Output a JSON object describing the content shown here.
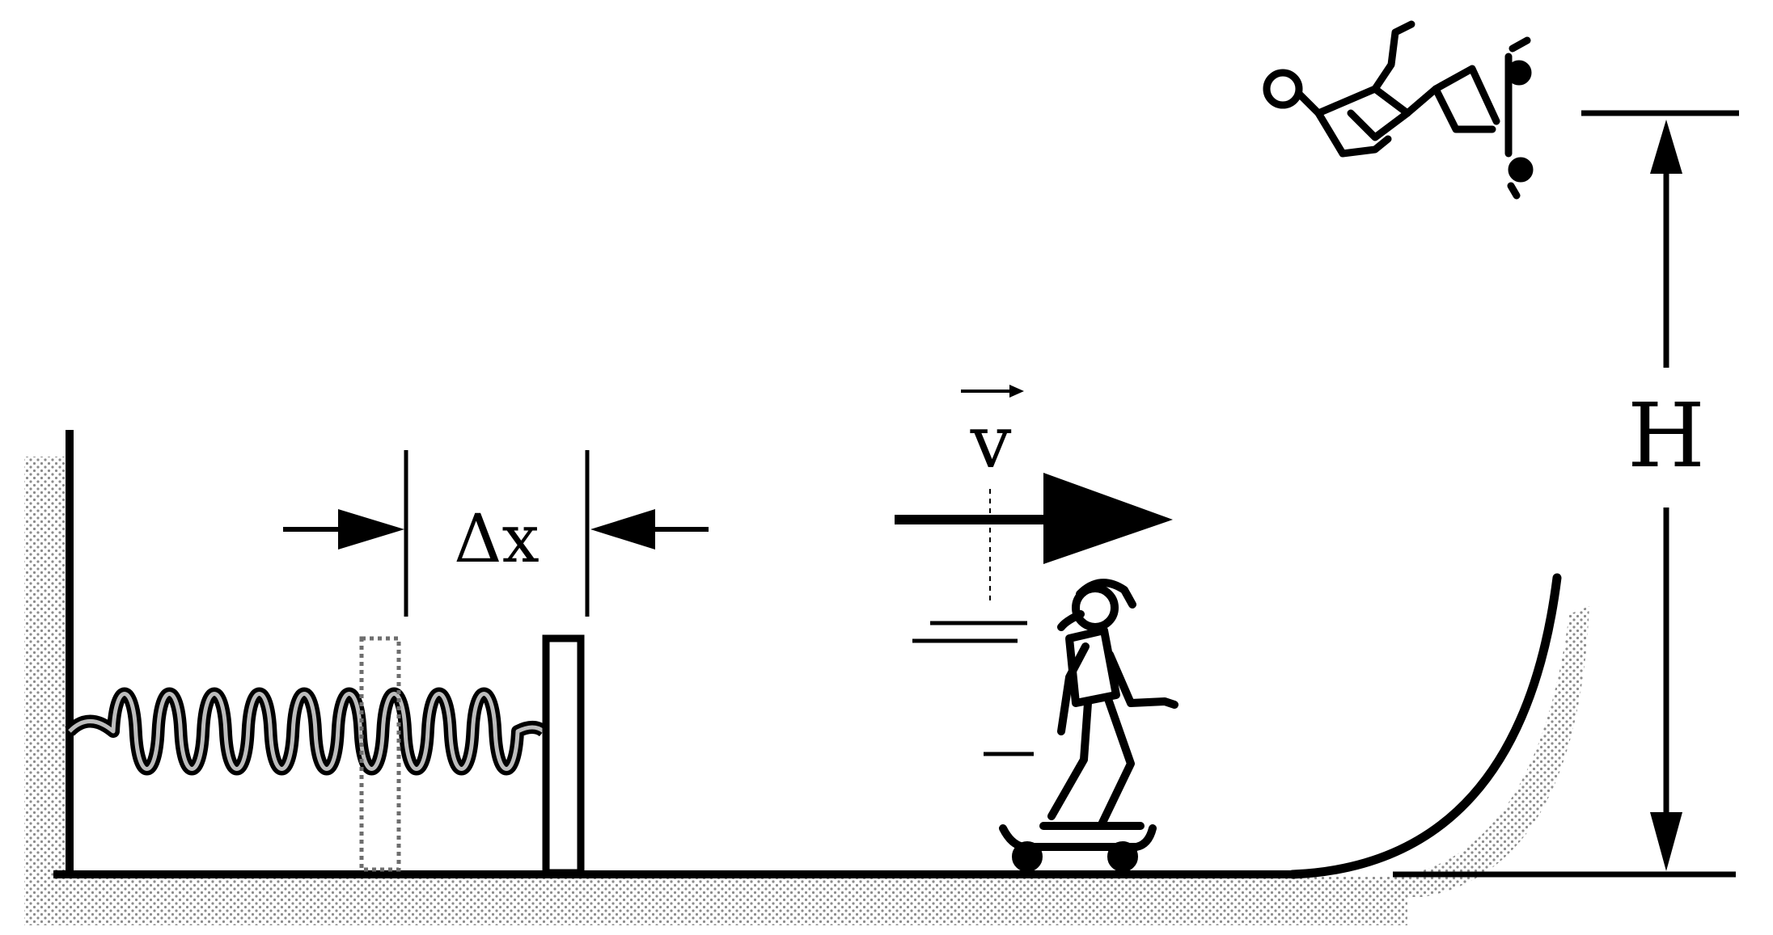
{
  "labels": {
    "delta_x": "Δx",
    "velocity": "v",
    "height": "H"
  },
  "colors": {
    "ink": "#000000",
    "paper": "#ffffff",
    "shading": "#9a9a9a"
  }
}
